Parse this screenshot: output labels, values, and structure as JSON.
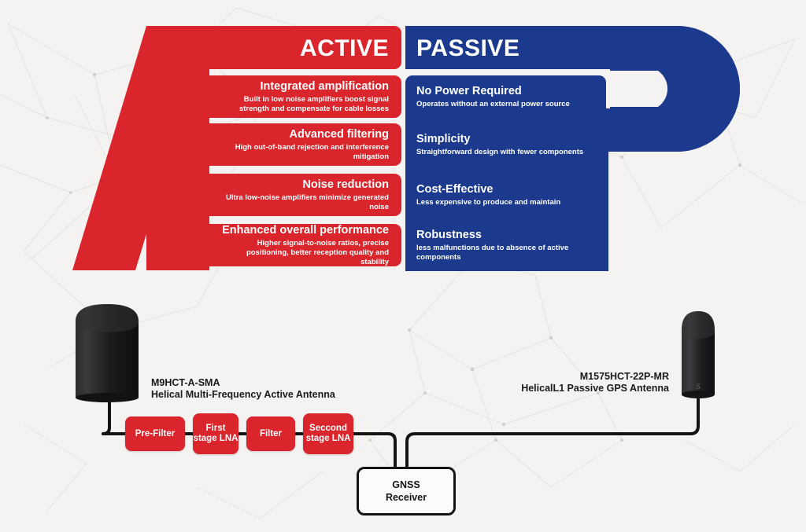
{
  "colors": {
    "red": "#d9252b",
    "blue": "#1c3a8d",
    "background": "#f4f3f2",
    "wire": "#141414",
    "antenna_body": "#1d1d1f"
  },
  "header": {
    "active_label": "ACTIVE",
    "passive_label": "PASSIVE"
  },
  "comparison": {
    "active": [
      {
        "title": "Integrated amplification",
        "subtitle": "Built in low noise amplifiers boost signal strength and compensate for cable losses"
      },
      {
        "title": "Advanced filtering",
        "subtitle": "High out-of-band rejection and interference mitigation"
      },
      {
        "title": "Noise reduction",
        "subtitle": "Ultra low-noise amplifiers minimize generated noise"
      },
      {
        "title": "Enhanced overall performance",
        "subtitle": "Higher signal-to-noise ratios, precise positioning, better reception quality and stability"
      }
    ],
    "passive": [
      {
        "title": "No Power Required",
        "subtitle": "Operates without an external power source"
      },
      {
        "title": "Simplicity",
        "subtitle": "Straightforward design with fewer components"
      },
      {
        "title": "Cost-Effective",
        "subtitle": "Less expensive to produce and maintain"
      },
      {
        "title": "Robustness",
        "subtitle": "less malfunctions due to absence of active components"
      }
    ]
  },
  "diagram": {
    "left_antenna": {
      "model": "M9HCT-A-SMA",
      "description": "Helical Multi-Frequency Active Antenna"
    },
    "right_antenna": {
      "model": "M1575HCT-22P-MR",
      "description": "HelicalL1 Passive GPS Antenna"
    },
    "chain": [
      {
        "label": "Pre-Filter"
      },
      {
        "label": "First stage LNA"
      },
      {
        "label": "Filter"
      },
      {
        "label": "Seccond stage LNA"
      }
    ],
    "receiver": {
      "line1": "GNSS",
      "line2": "Receiver"
    }
  }
}
